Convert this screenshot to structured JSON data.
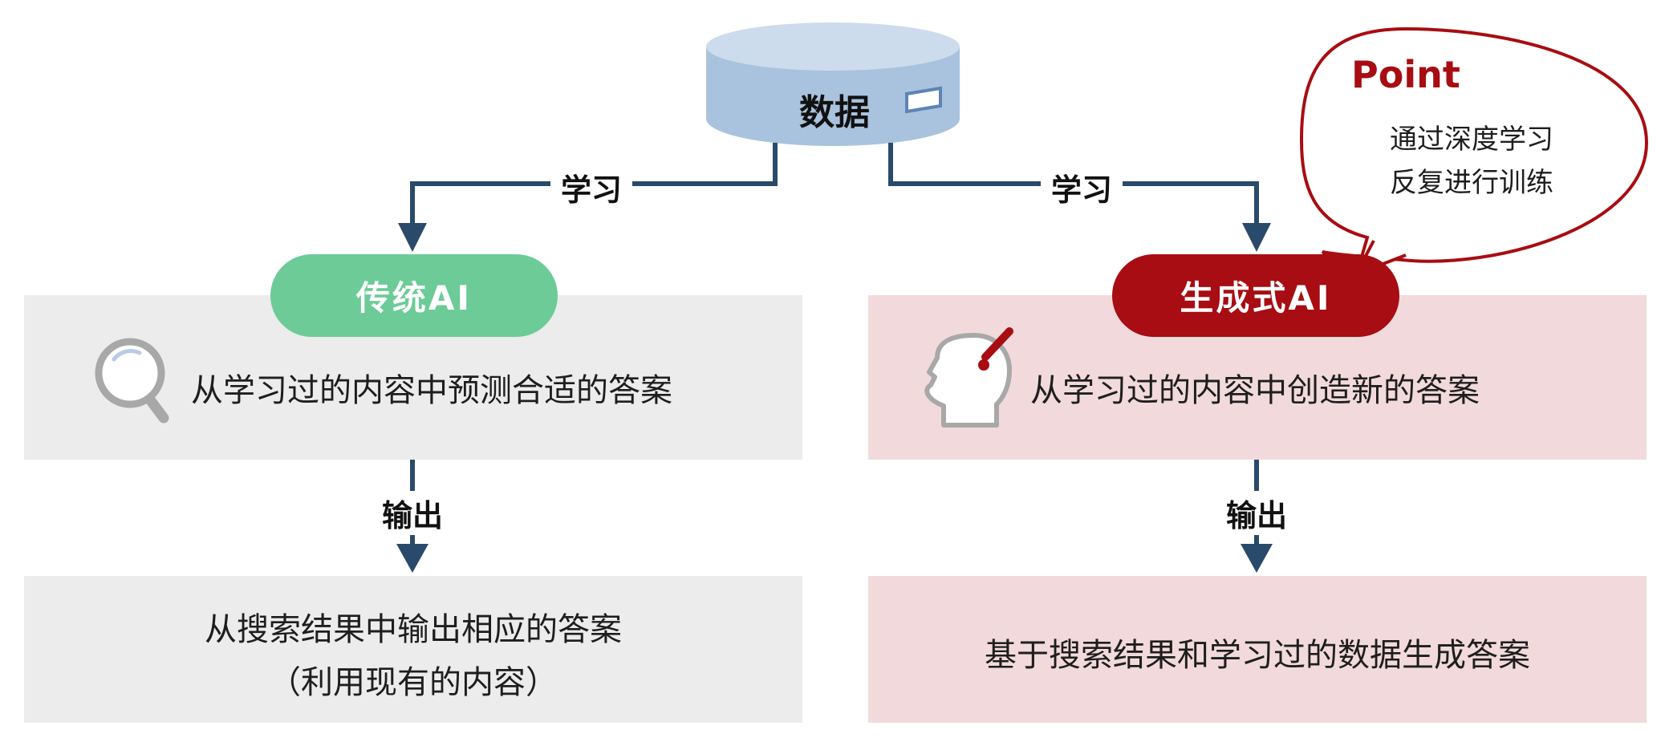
{
  "data_node": {
    "label": "数据"
  },
  "edges": {
    "learn_label": "学习",
    "output_label": "输出"
  },
  "traditional": {
    "title": "传统AI",
    "description": "从学习过的内容中预测合适的答案",
    "output_line1": "从搜索结果中输出相应的答案",
    "output_line2": "（利用现有的内容）",
    "color": "#6ccb97"
  },
  "generative": {
    "title": "生成式AI",
    "description": "从学习过的内容中创造新的答案",
    "output": "基于搜索结果和学习过的数据生成答案",
    "color": "#a70d12"
  },
  "point": {
    "heading": "Point",
    "line1": "通过深度学习",
    "line2": "反复进行训练"
  },
  "colors": {
    "arrow": "#2a4a6b",
    "gray_panel": "#ececec",
    "pink_panel": "#f2dadc",
    "database": "#aac4df",
    "accent_red": "#a70d12"
  },
  "icons": [
    "magnifier-icon",
    "head-idea-icon",
    "database-icon"
  ]
}
